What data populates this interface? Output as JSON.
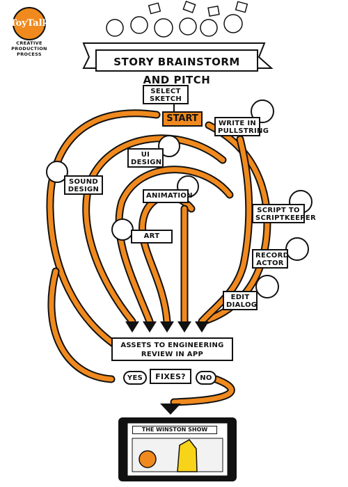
{
  "logo": {
    "text": "ToyTalk",
    "subtitle": "CREATIVE PRODUCTION PROCESS"
  },
  "banner": {
    "title": "STORY BRAINSTORM AND PITCH"
  },
  "steps": {
    "select_sketch": "SELECT\nSKETCH",
    "start": "START",
    "write_pullstring": "WRITE IN\nPULLSTRING",
    "ui_design": "UI\nDESIGN",
    "sound_design": "SOUND\nDESIGN",
    "animation": "ANIMATION",
    "art": "ART",
    "script_keeper": "SCRIPT TO\nSCRIPTKEEPER",
    "record_actor": "RECORD\nACTOR",
    "edit_dialog": "EDIT\nDIALOG",
    "assets": "ASSETS TO ENGINEERING\nREVIEW IN APP",
    "fixes": "FIXES?",
    "yes": "YES",
    "no": "NO"
  },
  "tablet": {
    "show_title": "THE WINSTON SHOW"
  },
  "colors": {
    "accent": "#f08a1e",
    "ink": "#111111",
    "paper": "#ffffff"
  }
}
